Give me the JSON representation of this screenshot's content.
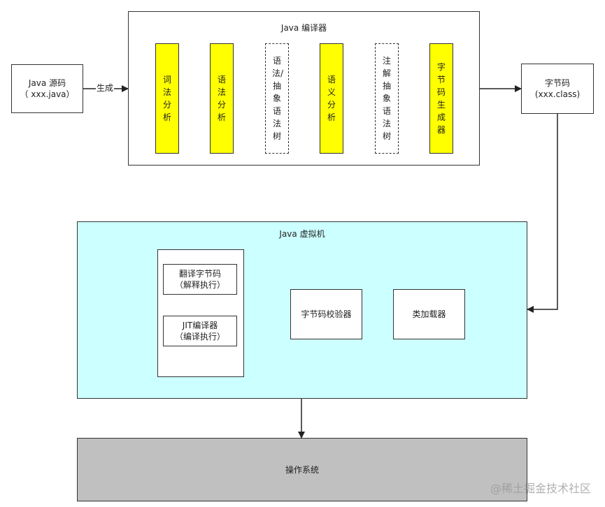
{
  "source": {
    "line1": "Java 源码",
    "line2": "（ xxx.java）"
  },
  "generate_label": "生成",
  "compiler": {
    "title": "Java 编译器",
    "stages": [
      {
        "text": "词法分析",
        "style": "yellow"
      },
      {
        "text": "语法分析",
        "style": "yellow"
      },
      {
        "text": "语法/抽象语法树",
        "style": "dashed"
      },
      {
        "text": "语义分析",
        "style": "yellow"
      },
      {
        "text": "注解抽象语法树",
        "style": "dashed"
      },
      {
        "text": "字节码生成器",
        "style": "yellow"
      }
    ]
  },
  "bytecode": {
    "line1": "字节码",
    "line2": "(xxx.class)"
  },
  "jvm": {
    "title": "Java 虚拟机",
    "class_loader": "类加载器",
    "verifier": "字节码校验器",
    "interpreter": {
      "line1": "翻译字节码",
      "line2": "（解释执行）"
    },
    "jit": {
      "line1": "JIT编译器",
      "line2": "（编译执行）"
    }
  },
  "os": "操作系统",
  "watermark": "@稀土掘金技术社区",
  "colors": {
    "yellow": "#ffff00",
    "jvm_bg": "#ccffff",
    "os_bg": "#c0c0c0"
  }
}
